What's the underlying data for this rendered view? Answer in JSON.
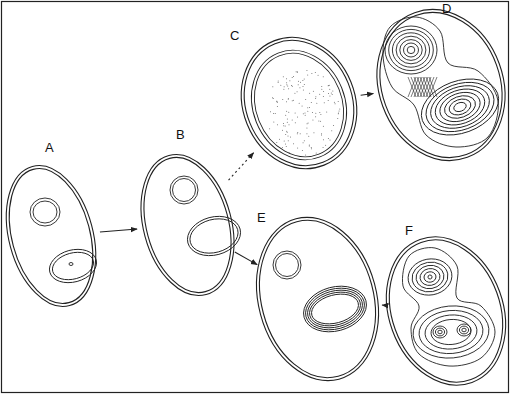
{
  "diagram": {
    "nodes": [
      {
        "text": [
          "A"
        ]
      },
      {
        "text": [
          "B"
        ]
      },
      {
        "text": [
          "C"
        ]
      },
      {
        "text": [
          "D"
        ]
      },
      {
        "text": [
          "E"
        ]
      },
      {
        "text": [
          "F"
        ]
      }
    ],
    "edges": [
      {
        "from": 0,
        "to": 1,
        "arrow": "to"
      },
      {
        "from": 1,
        "to": 2,
        "arrow": "to"
      },
      {
        "from": 1,
        "to": 4,
        "arrow": "to"
      },
      {
        "from": 2,
        "to": 3,
        "arrow": "to"
      },
      {
        "from": 4,
        "to": 5,
        "arrow": "to"
      }
    ]
  }
}
